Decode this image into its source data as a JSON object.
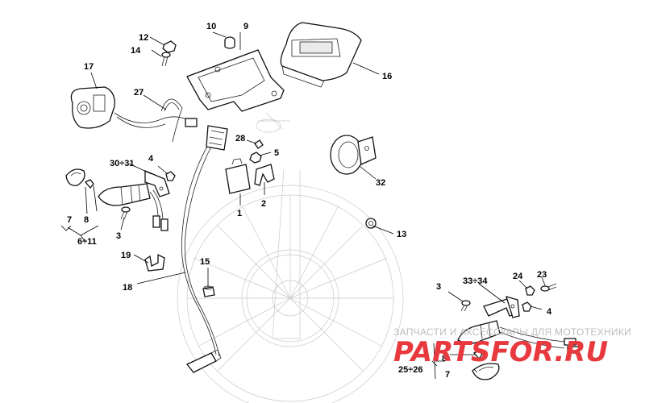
{
  "callouts": [
    {
      "id": "c1",
      "text": "1"
    },
    {
      "id": "c2",
      "text": "2"
    },
    {
      "id": "c3a",
      "text": "3"
    },
    {
      "id": "c3b",
      "text": "3"
    },
    {
      "id": "c4a",
      "text": "4"
    },
    {
      "id": "c4b",
      "text": "4"
    },
    {
      "id": "c5",
      "text": "5"
    },
    {
      "id": "c7a",
      "text": "7"
    },
    {
      "id": "c7b",
      "text": "7"
    },
    {
      "id": "c8a",
      "text": "8"
    },
    {
      "id": "c8b",
      "text": "8"
    },
    {
      "id": "c9",
      "text": "9"
    },
    {
      "id": "c10",
      "text": "10"
    },
    {
      "id": "c12",
      "text": "12"
    },
    {
      "id": "c13",
      "text": "13"
    },
    {
      "id": "c14",
      "text": "14"
    },
    {
      "id": "c15",
      "text": "15"
    },
    {
      "id": "c16",
      "text": "16"
    },
    {
      "id": "c17",
      "text": "17"
    },
    {
      "id": "c18",
      "text": "18"
    },
    {
      "id": "c19",
      "text": "19"
    },
    {
      "id": "c23",
      "text": "23"
    },
    {
      "id": "c24",
      "text": "24"
    },
    {
      "id": "c25",
      "text": "25÷26"
    },
    {
      "id": "c27",
      "text": "27"
    },
    {
      "id": "c28",
      "text": "28"
    },
    {
      "id": "c30",
      "text": "30÷31"
    },
    {
      "id": "c32",
      "text": "32"
    },
    {
      "id": "c33",
      "text": "33÷34"
    },
    {
      "id": "c611",
      "text": "6÷11"
    }
  ],
  "watermark": {
    "caption": "ЗАПЧАСТИ И АКСЕССУАРЫ ДЛЯ МОТОТЕХНИКИ",
    "logo_left": "PARTS",
    "logo_right": "FOR.RU",
    "color_red": "#e8393f",
    "color_grey": "#9a9a9a"
  }
}
